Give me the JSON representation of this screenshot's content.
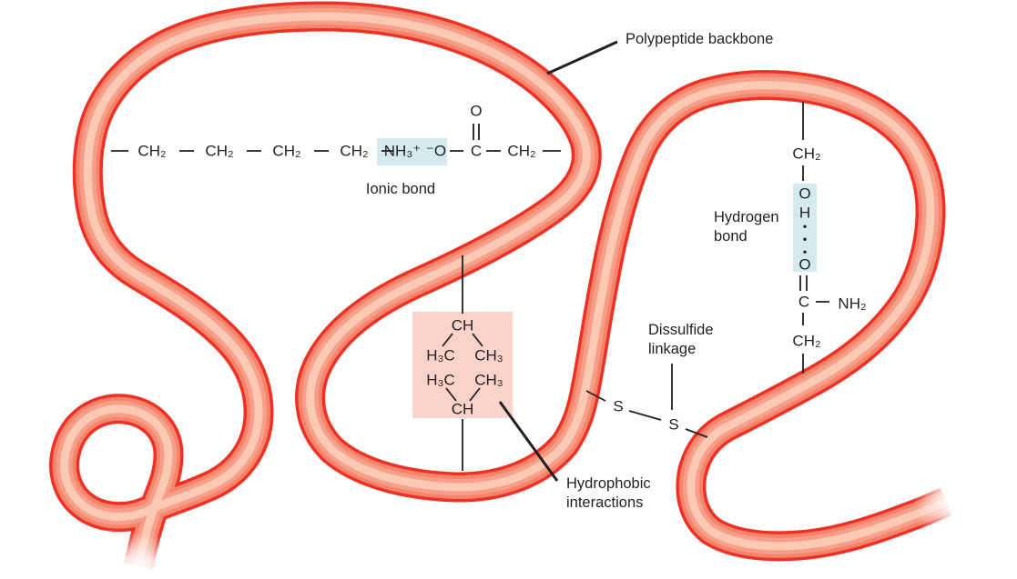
{
  "title": "Protein tertiary structure interactions diagram",
  "colors": {
    "background": "#ffffff",
    "tube_edge": "#ee3124",
    "tube_body": "#f4846c",
    "tube_mid": "#f79e88",
    "tube_highlight": "#fcc9b4",
    "line": "#231f20",
    "ionic_highlight": "#d4eaed",
    "hbond_highlight": "#d4eaed",
    "hydrophobic_highlight": "#f9d3ca"
  },
  "labels": {
    "polypeptide_backbone": "Polypeptide backbone",
    "ionic_bond": "Ionic bond",
    "hydrogen_bond_line1": "Hydrogen",
    "hydrogen_bond_line2": "bond",
    "disulfide_line1": "Dissulfide",
    "disulfide_line2": "linkage",
    "hydrophobic_line1": "Hydrophobic",
    "hydrophobic_line2": "interactions"
  },
  "ionic_chain": {
    "groups": [
      "CH₂",
      "CH₂",
      "CH₂",
      "CH₂"
    ],
    "ammonium": "NH₃⁺",
    "oxygen_anion": "⁻O",
    "carbonyl_c": "C",
    "carbonyl_o": "O",
    "terminal_ch2": "CH₂"
  },
  "hydrophobic_group": {
    "top": "CH",
    "row1_left": "H₃C",
    "row1_right": "CH₃",
    "row2_left": "H₃C",
    "row2_right": "CH₃",
    "bottom": "CH"
  },
  "hydrogen_group": {
    "top_ch2": "CH₂",
    "o_upper": "O",
    "h": "H",
    "dots": [
      "•",
      "•",
      "•"
    ],
    "o_lower": "O",
    "c": "C",
    "amide": "NH₂",
    "bottom_ch2": "CH₂"
  },
  "disulfide_group": {
    "s1": "S",
    "s2": "S"
  }
}
